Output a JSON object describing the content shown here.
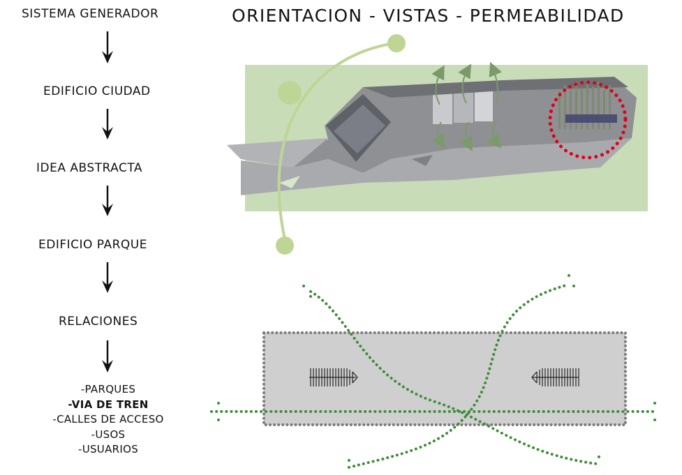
{
  "title": "ORIENTACION - VISTAS - PERMEABILIDAD",
  "steps": [
    "SISTEMA GENERADOR",
    "EDIFICIO CIUDAD",
    "IDEA ABSTRACTA",
    "EDIFICIO PARQUE",
    "RELACIONES"
  ],
  "relations_list": [
    "-PARQUES",
    "-VIA DE TREN",
    "-CALLES DE ACCESO",
    "-USOS",
    "-USUARIOS"
  ],
  "colors": {
    "green_bg": "#c8dcb8",
    "green_line": "#bfd595",
    "green_dots": "#3f8c3a",
    "highlight": "#e0001a",
    "building_grey": "#9a9b9e",
    "plan_fill": "#cfcfcf"
  }
}
